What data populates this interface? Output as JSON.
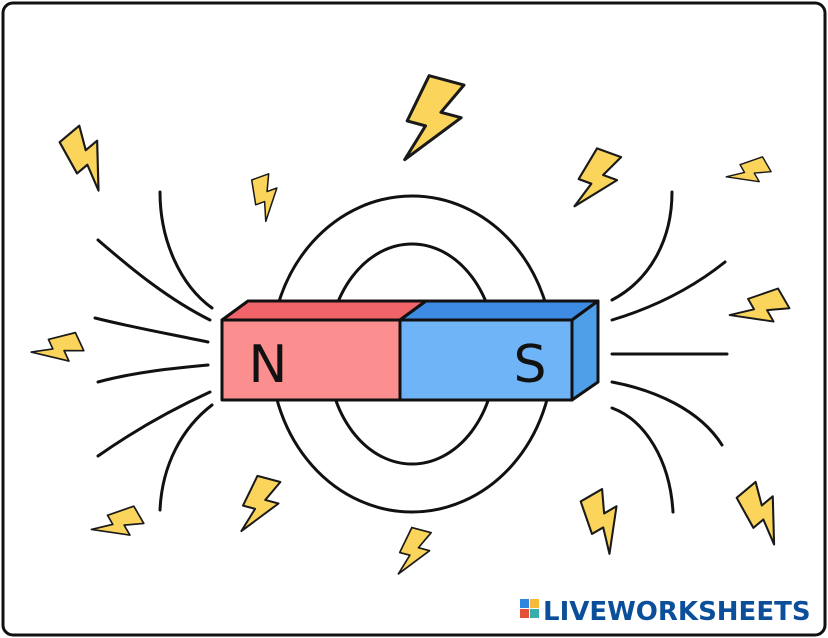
{
  "magnet": {
    "north_label": "N",
    "south_label": "S"
  },
  "watermark": {
    "logo_letters": "LIVE",
    "text": "LIVEWORKSHEETS"
  },
  "colors": {
    "north_front": "#fb8f90",
    "north_top": "#f0646a",
    "south_front": "#6fb4f6",
    "south_top": "#3d8be3",
    "south_side": "#4f9fe8",
    "field_line": "#111111",
    "spark": "#fbd55b",
    "spark_outline": "#1a1a1a",
    "watermark_text": "#0b4f9a",
    "frame": "#111111"
  },
  "icons": [
    "lightning-bolt-icon",
    "liveworksheets-logo-icon"
  ]
}
